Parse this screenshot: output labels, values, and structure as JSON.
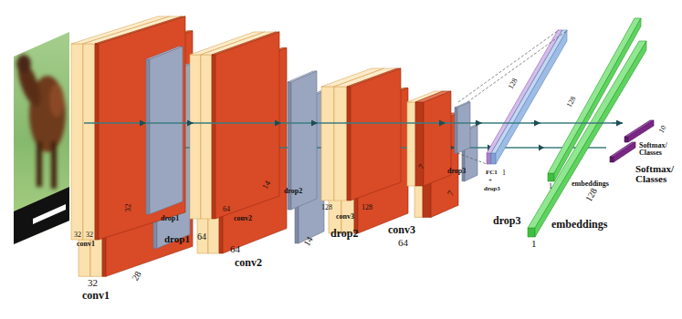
{
  "diagram": {
    "nodes": [
      {
        "text": [
          "32",
          "32",
          "conv1"
        ]
      },
      {
        "text": [
          "drop1"
        ]
      },
      {
        "text": [
          "64",
          "conv2"
        ]
      },
      {
        "text": [
          "drop2"
        ]
      },
      {
        "text": [
          "128",
          "conv3",
          "128"
        ]
      },
      {
        "text": [
          "drop3"
        ]
      },
      {
        "text": [
          "FC1",
          "+",
          "drop3"
        ]
      },
      {
        "text": [
          "embeddings"
        ]
      },
      {
        "text": [
          "Softmax/ Classes"
        ]
      }
    ],
    "edges": [
      {
        "from": 0,
        "to": 1,
        "arrow": "to"
      },
      {
        "from": 1,
        "to": 2,
        "arrow": "to"
      },
      {
        "from": 2,
        "to": 3,
        "arrow": "to"
      },
      {
        "from": 3,
        "to": 4,
        "arrow": "to"
      },
      {
        "from": 4,
        "to": 5,
        "arrow": "to"
      },
      {
        "from": 5,
        "to": 6,
        "arrow": "to"
      },
      {
        "from": 6,
        "to": 7,
        "arrow": "to"
      },
      {
        "from": 7,
        "to": 8,
        "arrow": "to"
      }
    ],
    "labels": [
      "32",
      "28",
      "32",
      "conv1",
      "drop1",
      "64",
      "14",
      "64",
      "conv2",
      "14",
      "drop2",
      "conv3",
      "64",
      "7",
      "7",
      "128",
      "1",
      "drop3",
      "1",
      "1",
      "128",
      "128",
      "embeddings",
      "10",
      "Softmax/ Classes"
    ]
  }
}
